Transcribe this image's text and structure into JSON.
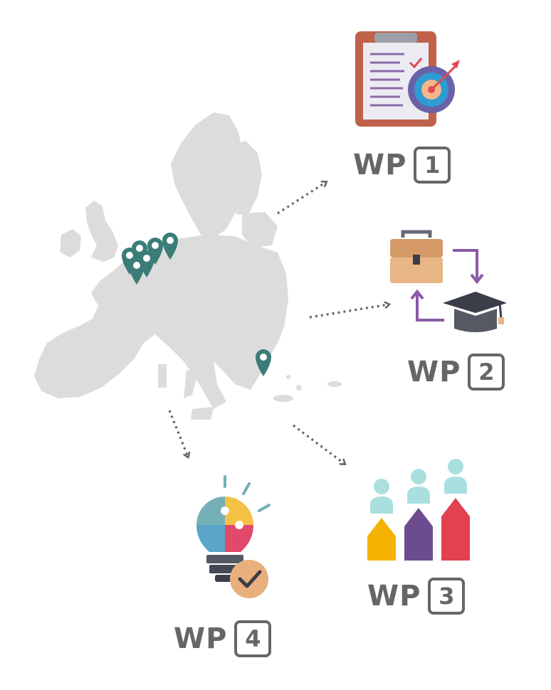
{
  "map": {
    "name": "Europe map",
    "land_color": "#dcdcdc",
    "pin_color": "#3a7c78"
  },
  "colors": {
    "label": "#666666",
    "arrow": "#666666",
    "clipboard_frame": "#c0614a",
    "briefcase": "#e8b584",
    "cycle_arrow": "#8a5aa8",
    "cap": "#4a4d57",
    "person_head": "#a9dfdf",
    "step1": "#f6b200",
    "step2": "#6c4b8f",
    "step3": "#e14150",
    "bulb_teal": "#74b0b5",
    "bulb_yellow": "#f5c144",
    "bulb_pink": "#e0496a",
    "check_badge": "#e8b07c"
  },
  "work_packages": [
    {
      "prefix": "WP",
      "number": "1",
      "icon": "clipboard-target-icon"
    },
    {
      "prefix": "WP",
      "number": "2",
      "icon": "briefcase-graduation-cycle-icon"
    },
    {
      "prefix": "WP",
      "number": "3",
      "icon": "people-growth-chart-icon"
    },
    {
      "prefix": "WP",
      "number": "4",
      "icon": "lightbulb-puzzle-check-icon"
    }
  ]
}
